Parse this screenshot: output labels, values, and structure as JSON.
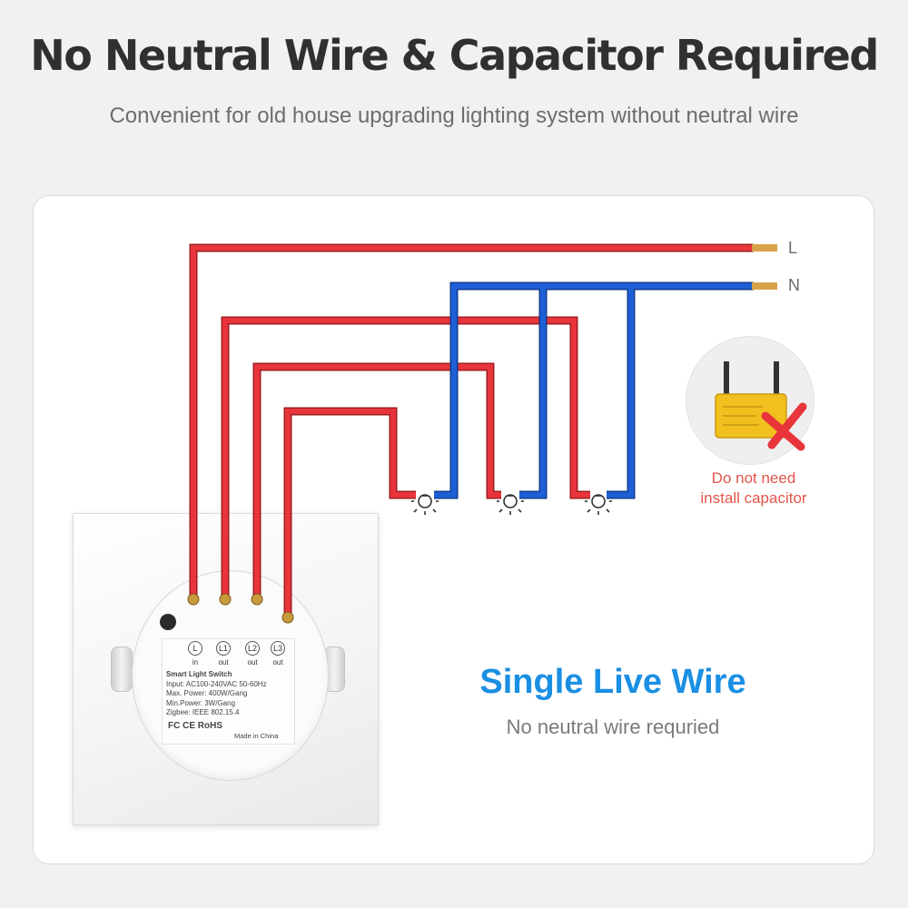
{
  "header": {
    "title": "No Neutral Wire & Capacitor Required",
    "subtitle": "Convenient for old house upgrading lighting system without neutral wire"
  },
  "diagram": {
    "terminals": {
      "live": "L",
      "neutral": "N"
    },
    "capacitor_note": {
      "line1": "Do not need",
      "line2": "install capacitor"
    },
    "colors": {
      "live_wire": "#e8343b",
      "neutral_wire": "#1f5fd6",
      "accent": "#1a8fe3",
      "warning": "#e2554a"
    },
    "icons": [
      "bulb-icon",
      "capacitor-icon",
      "cross-icon"
    ]
  },
  "switch_label": {
    "pins": [
      {
        "id": "L",
        "sub": "in"
      },
      {
        "id": "L1",
        "sub": "out"
      },
      {
        "id": "L2",
        "sub": "out"
      },
      {
        "id": "L3",
        "sub": "out"
      }
    ],
    "specs": [
      "Smart Light Switch",
      "Input: AC100-240VAC 50-60Hz",
      "Max. Power: 400W/Gang",
      "Min.Power: 3W/Gang",
      "Zigbee: IEEE 802.15.4"
    ],
    "certifications": "FC  CE  RoHS",
    "made_in": "Made in China"
  },
  "feature": {
    "title": "Single Live Wire",
    "subtitle": "No neutral wire requried"
  }
}
